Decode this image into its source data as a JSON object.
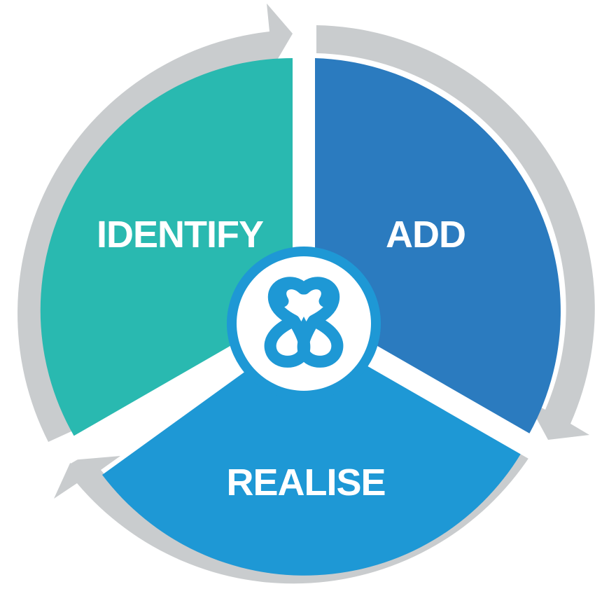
{
  "diagram": {
    "segments": [
      {
        "label": "IDENTIFY",
        "color": "#29b9b0"
      },
      {
        "label": "ADD",
        "color": "#2b7bbf"
      },
      {
        "label": "REALISE",
        "color": "#1e98d5"
      }
    ],
    "ring_color": "#c9ccce",
    "center_logo": {
      "ring_color": "#1e98d5",
      "mark_color": "#1e98d5",
      "background": "#ffffff"
    }
  }
}
